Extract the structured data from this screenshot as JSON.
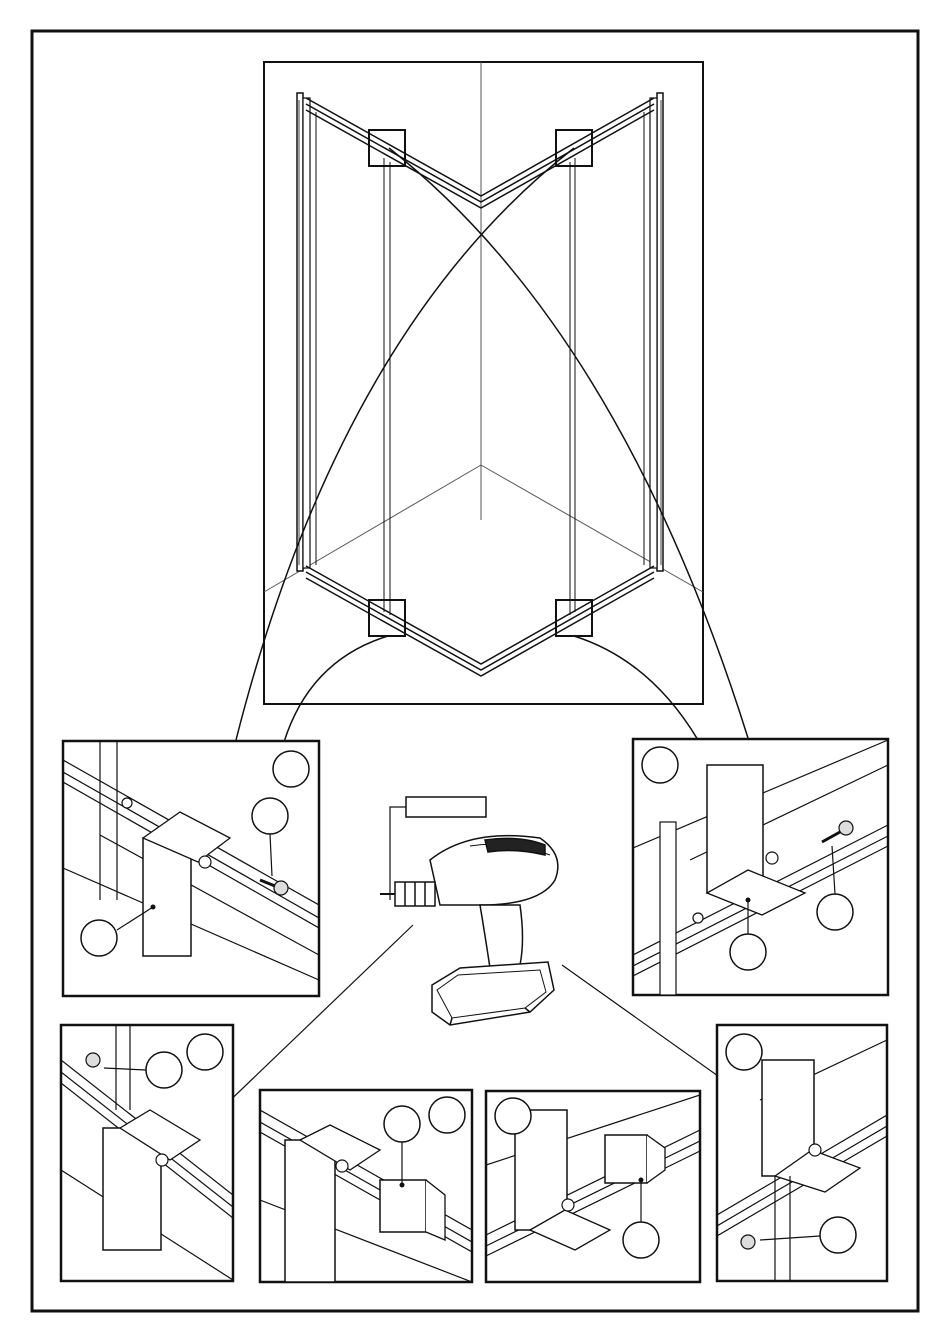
{
  "page": {
    "title": "",
    "page_number": ""
  },
  "overview": {
    "description_visible": false
  },
  "detail_panels": [
    {
      "id": "detail-top-left",
      "callout_labels": [
        "",
        "",
        ""
      ]
    },
    {
      "id": "detail-top-right",
      "callout_labels": [
        "",
        "",
        ""
      ]
    },
    {
      "id": "detail-bottom-1",
      "callout_labels": [
        "",
        ""
      ]
    },
    {
      "id": "detail-bottom-2",
      "callout_labels": [
        "",
        ""
      ]
    },
    {
      "id": "detail-bottom-3",
      "callout_labels": [
        "",
        ""
      ]
    },
    {
      "id": "detail-bottom-4",
      "callout_labels": [
        "",
        ""
      ]
    }
  ],
  "tool": {
    "name": "cordless-drill",
    "bit_label": ""
  },
  "colors": {
    "line": "#111111",
    "fill_light": "#ffffff",
    "fill_shade": "#d8d8d8"
  }
}
